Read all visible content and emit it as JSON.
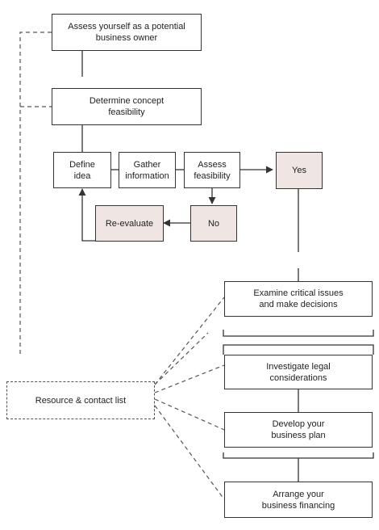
{
  "diagram": {
    "colors": {
      "line": "#333333",
      "dashed_line": "#555555",
      "shaded_fill": "#efe6e4"
    },
    "nodes": {
      "assess_self": {
        "line1": "Assess yourself as a potential",
        "line2": "business owner"
      },
      "concept": {
        "line1": "Determine concept",
        "line2": "feasibility"
      },
      "define": {
        "line1": "Define",
        "line2": "idea"
      },
      "gather": {
        "line1": "Gather",
        "line2": "information"
      },
      "assess_feas": {
        "line1": "Assess",
        "line2": "feasibility"
      },
      "yes": {
        "label": "Yes"
      },
      "no": {
        "label": "No"
      },
      "reevaluate": {
        "label": "Re-evaluate"
      },
      "examine": {
        "line1": "Examine critical issues",
        "line2": "and make decisions"
      },
      "legal": {
        "line1": "Investigate legal",
        "line2": "considerations"
      },
      "plan": {
        "line1": "Develop your",
        "line2": "business plan"
      },
      "financing": {
        "line1": "Arrange your",
        "line2": "business financing"
      },
      "resources": {
        "label": "Resource & contact list"
      }
    }
  }
}
